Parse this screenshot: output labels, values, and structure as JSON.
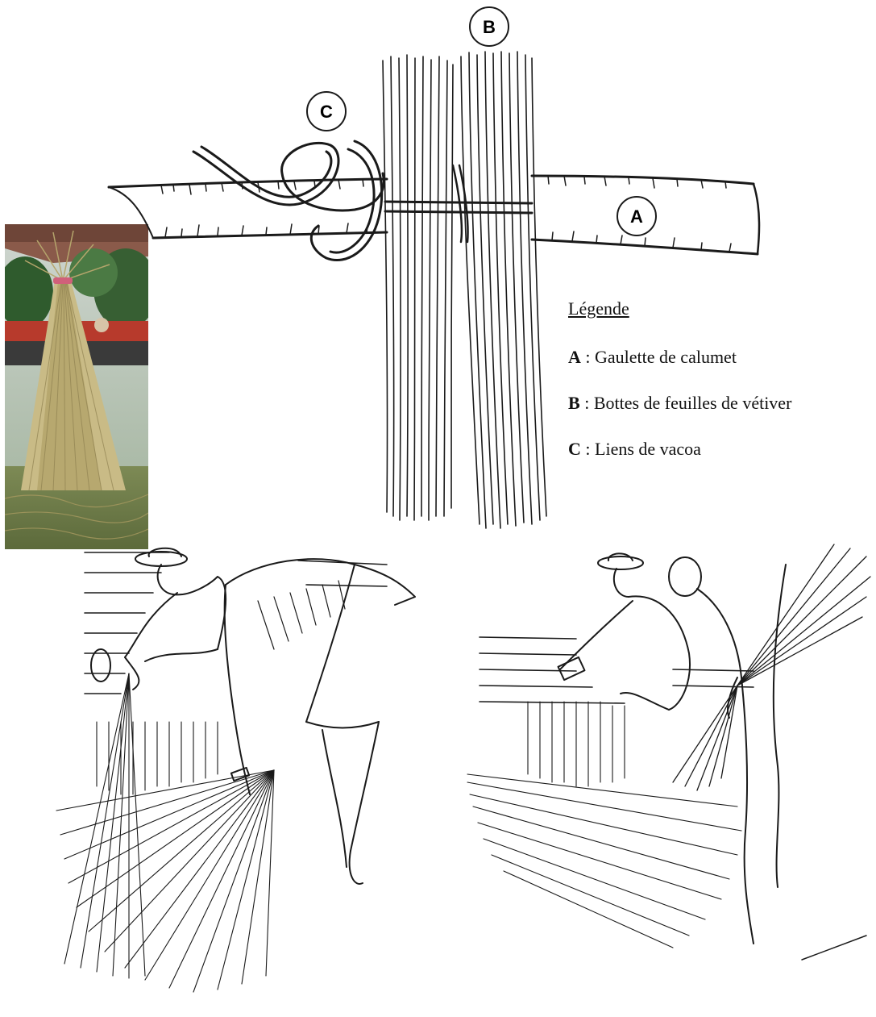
{
  "diagram": {
    "labels": {
      "A": "A",
      "B": "B",
      "C": "C"
    }
  },
  "legend": {
    "title": "Légende",
    "items": [
      {
        "key": "A",
        "separator": " : ",
        "text": "Gaulette de calumet"
      },
      {
        "key": "B",
        "separator": " : ",
        "text": "Bottes de feuilles de vétiver"
      },
      {
        "key": "C",
        "separator": " : ",
        "text": "Liens de vacoa"
      }
    ]
  },
  "colors": {
    "ink": "#1a1a1a",
    "paper": "#ffffff",
    "roof": "#b84a35",
    "foliage": "#3f6e3a",
    "straw": "#c2b27a"
  }
}
